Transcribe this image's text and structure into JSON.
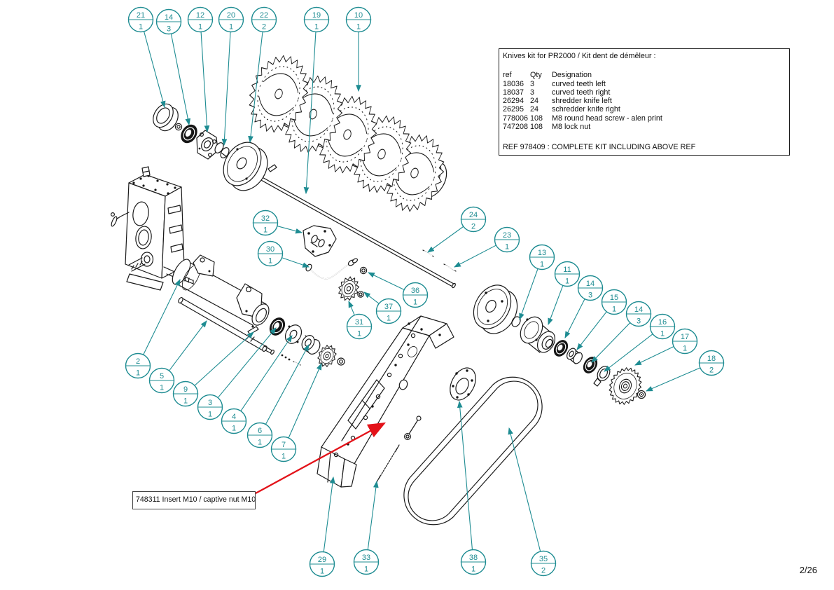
{
  "page": {
    "number": "2/26"
  },
  "kit_table": {
    "title": "Knives kit for PR2000 / Kit dent de démêleur :",
    "columns": [
      "ref",
      "Qty",
      "Designation"
    ],
    "rows": [
      [
        "18036",
        "3",
        "curved teeth left"
      ],
      [
        "18037",
        "3",
        "curved teeth right"
      ],
      [
        "26294",
        "24",
        "shredder knife left"
      ],
      [
        "26295",
        "24",
        "schredder knife right"
      ],
      [
        "778006",
        "108",
        "M8 round head screw - alen print"
      ],
      [
        "747208",
        "108",
        "M8 lock nut"
      ]
    ],
    "footer": "REF 978409 : COMPLETE KIT INCLUDING ABOVE REF"
  },
  "annotation": {
    "label": "748311 Insert M10 / captive nut M10"
  },
  "callouts": [
    {
      "ref": "21",
      "qty": "1"
    },
    {
      "ref": "14",
      "qty": "3"
    },
    {
      "ref": "12",
      "qty": "1"
    },
    {
      "ref": "20",
      "qty": "1"
    },
    {
      "ref": "22",
      "qty": "2"
    },
    {
      "ref": "19",
      "qty": "1"
    },
    {
      "ref": "10",
      "qty": "1"
    },
    {
      "ref": "32",
      "qty": "1"
    },
    {
      "ref": "30",
      "qty": "1"
    },
    {
      "ref": "24",
      "qty": "2"
    },
    {
      "ref": "23",
      "qty": "1"
    },
    {
      "ref": "13",
      "qty": "1"
    },
    {
      "ref": "11",
      "qty": "1"
    },
    {
      "ref": "14",
      "qty": "3"
    },
    {
      "ref": "15",
      "qty": "1"
    },
    {
      "ref": "14",
      "qty": "3"
    },
    {
      "ref": "16",
      "qty": "1"
    },
    {
      "ref": "17",
      "qty": "1"
    },
    {
      "ref": "18",
      "qty": "2"
    },
    {
      "ref": "36",
      "qty": "1"
    },
    {
      "ref": "37",
      "qty": "1"
    },
    {
      "ref": "31",
      "qty": "1"
    },
    {
      "ref": "2",
      "qty": "1"
    },
    {
      "ref": "5",
      "qty": "1"
    },
    {
      "ref": "9",
      "qty": "1"
    },
    {
      "ref": "3",
      "qty": "1"
    },
    {
      "ref": "4",
      "qty": "1"
    },
    {
      "ref": "6",
      "qty": "1"
    },
    {
      "ref": "7",
      "qty": "1"
    },
    {
      "ref": "29",
      "qty": "1"
    },
    {
      "ref": "33",
      "qty": "1"
    },
    {
      "ref": "38",
      "qty": "1"
    },
    {
      "ref": "35",
      "qty": "2"
    }
  ],
  "colors": {
    "callout_teal": "#1e8c92",
    "line_black": "#1a1a1a",
    "annotation_red": "#e31219"
  }
}
